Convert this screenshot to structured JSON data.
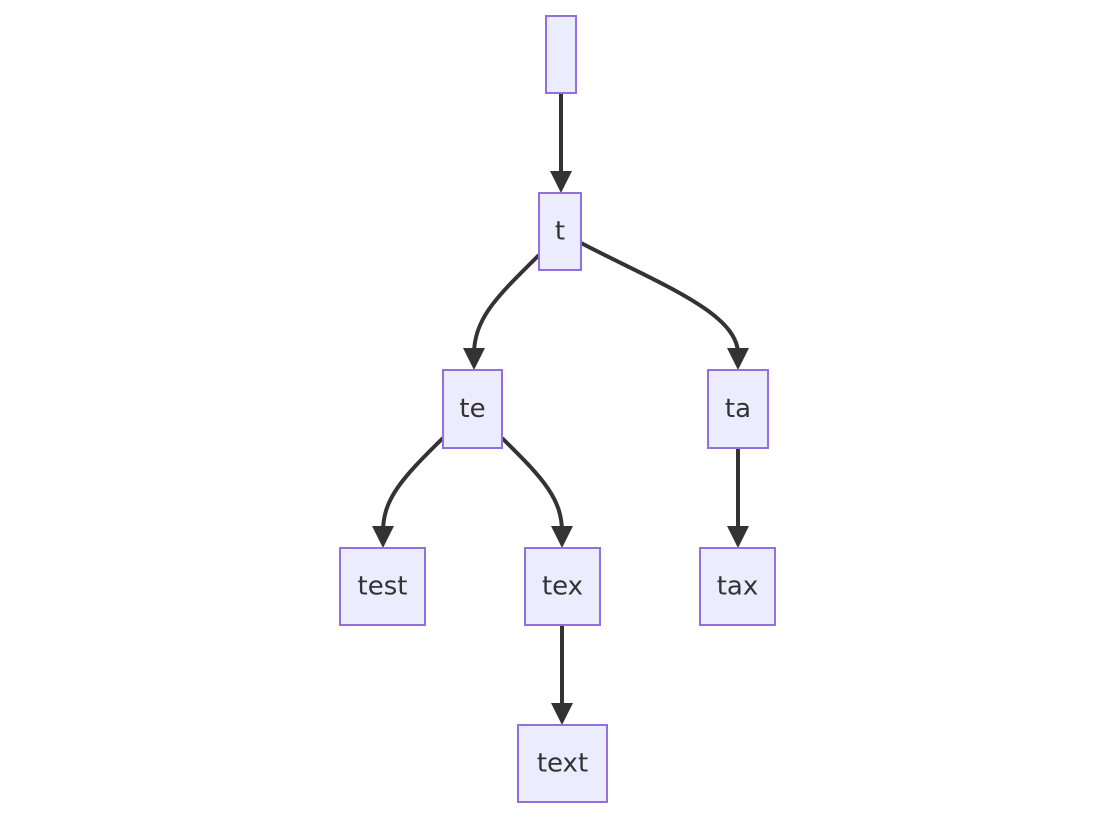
{
  "diagram": {
    "type": "trie-tree",
    "colors": {
      "node_fill": "#ECECFF",
      "node_stroke": "#9370DB",
      "edge": "#333333",
      "text": "#333333"
    },
    "nodes": [
      {
        "id": "root",
        "label": ""
      },
      {
        "id": "t",
        "label": "t"
      },
      {
        "id": "te",
        "label": "te"
      },
      {
        "id": "ta",
        "label": "ta"
      },
      {
        "id": "test",
        "label": "test"
      },
      {
        "id": "tex",
        "label": "tex"
      },
      {
        "id": "tax",
        "label": "tax"
      },
      {
        "id": "text",
        "label": "text"
      }
    ],
    "edges": [
      {
        "from": "root",
        "to": "t"
      },
      {
        "from": "t",
        "to": "te"
      },
      {
        "from": "t",
        "to": "ta"
      },
      {
        "from": "te",
        "to": "test"
      },
      {
        "from": "te",
        "to": "tex"
      },
      {
        "from": "ta",
        "to": "tax"
      },
      {
        "from": "tex",
        "to": "text"
      }
    ]
  }
}
